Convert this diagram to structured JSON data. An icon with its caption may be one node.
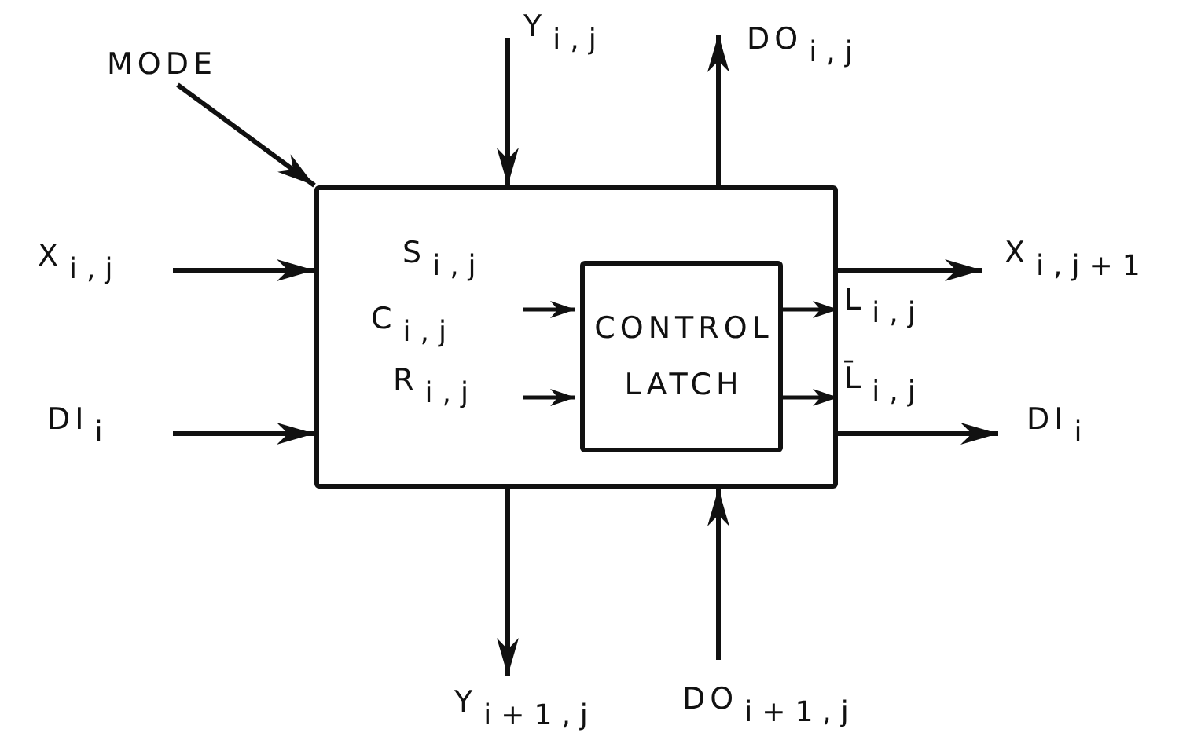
{
  "diagram": {
    "nodes": [
      {
        "text": [],
        "shape": "box"
      },
      {
        "text": [
          "CONTROL LATCH"
        ],
        "in": 0
      },
      {
        "text": [
          "MODE"
        ]
      },
      {
        "text": [
          "Y$_{i,j}$"
        ]
      },
      {
        "text": [
          "DO$_{i,j}$"
        ]
      },
      {
        "text": [
          "X$_{i,j}$"
        ]
      },
      {
        "text": [
          "DI$_{i}$"
        ]
      },
      {
        "text": [
          "X$_{i,j+1}$"
        ]
      },
      {
        "text": [
          "DI$_{i}$"
        ]
      },
      {
        "text": [
          "Y$_{i+1,j}$"
        ]
      },
      {
        "text": [
          "DO$_{i+1,j}$"
        ]
      }
    ],
    "edges": [
      {
        "from": 2,
        "to": 0,
        "arrow": "to"
      },
      {
        "from": 3,
        "to": 0,
        "arrow": "to"
      },
      {
        "from": 0,
        "to": 4,
        "arrow": "to"
      },
      {
        "from": 5,
        "to": 0,
        "arrow": "to"
      },
      {
        "from": 6,
        "to": 0,
        "arrow": "to"
      },
      {
        "from": 0,
        "to": 7,
        "arrow": "to"
      },
      {
        "from": 0,
        "to": 8,
        "arrow": "to"
      },
      {
        "from": 0,
        "to": 9,
        "arrow": "to"
      },
      {
        "from": 10,
        "to": 0,
        "arrow": "to"
      },
      {
        "from": null,
        "to": 1,
        "arrow": "to",
        "label": "S$_{i,j}$"
      },
      {
        "from": null,
        "to": 1,
        "arrow": "to",
        "label": "R$_{i,j}$"
      },
      {
        "from": 1,
        "to": 0,
        "arrow": "to",
        "label": "L$_{i,j}$"
      },
      {
        "from": 1,
        "to": 0,
        "arrow": "to",
        "label": "L̄$_{i,j}$"
      }
    ],
    "labels": [
      "C$_{i,j}$"
    ]
  }
}
